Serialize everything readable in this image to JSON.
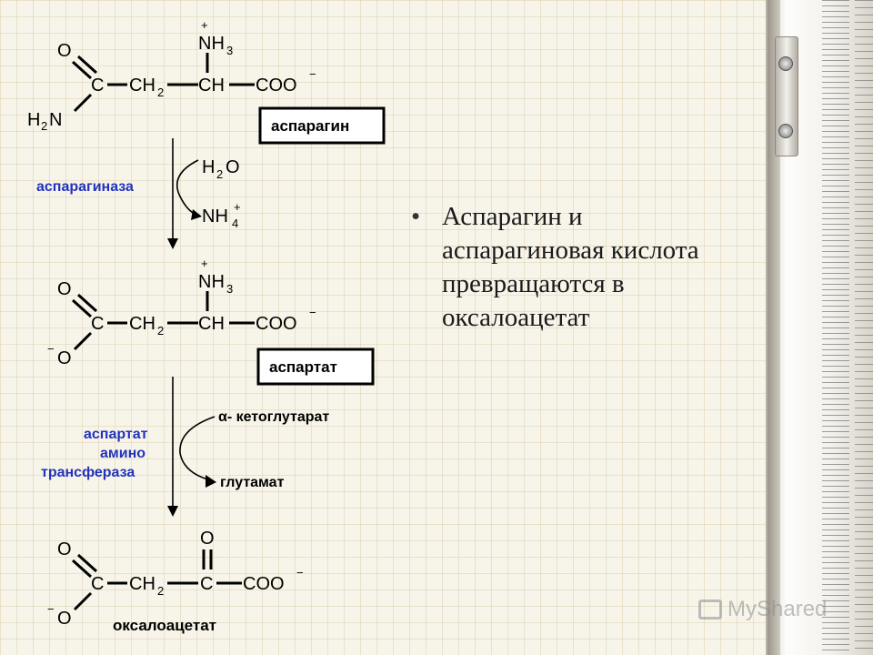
{
  "scheme": {
    "asparagine_label": "аспарагин",
    "aspartate_label": "аспартат",
    "oxaloacetate_label": "оксалоацетат",
    "enzyme1": "аспарагиназа",
    "enzyme2_lines": [
      "аспартат",
      "амино",
      "трансфераза"
    ],
    "water": "H",
    "water_sub": "2",
    "water_o": "O",
    "ammonium": "NH",
    "ammonium_sub": "4",
    "ammonium_sup": "+",
    "ketoglutarate": "α- кетоглутарат",
    "glutamate": "глутамат",
    "atom_o": "O",
    "atom_c": "C",
    "atom_ch2": "CH",
    "sub2": "2",
    "atom_ch": "CH",
    "atom_coo": "COO",
    "charge_minus": "−",
    "charge_plus": "+",
    "atom_nh3": "NH",
    "sub3": "3",
    "atom_h2n": "H",
    "atom_n": "N",
    "o_minus": "O"
  },
  "bullet": {
    "text": "Аспарагин и аспарагиновая кислота превращаются в оксалоацетат"
  },
  "watermark": "MyShared"
}
